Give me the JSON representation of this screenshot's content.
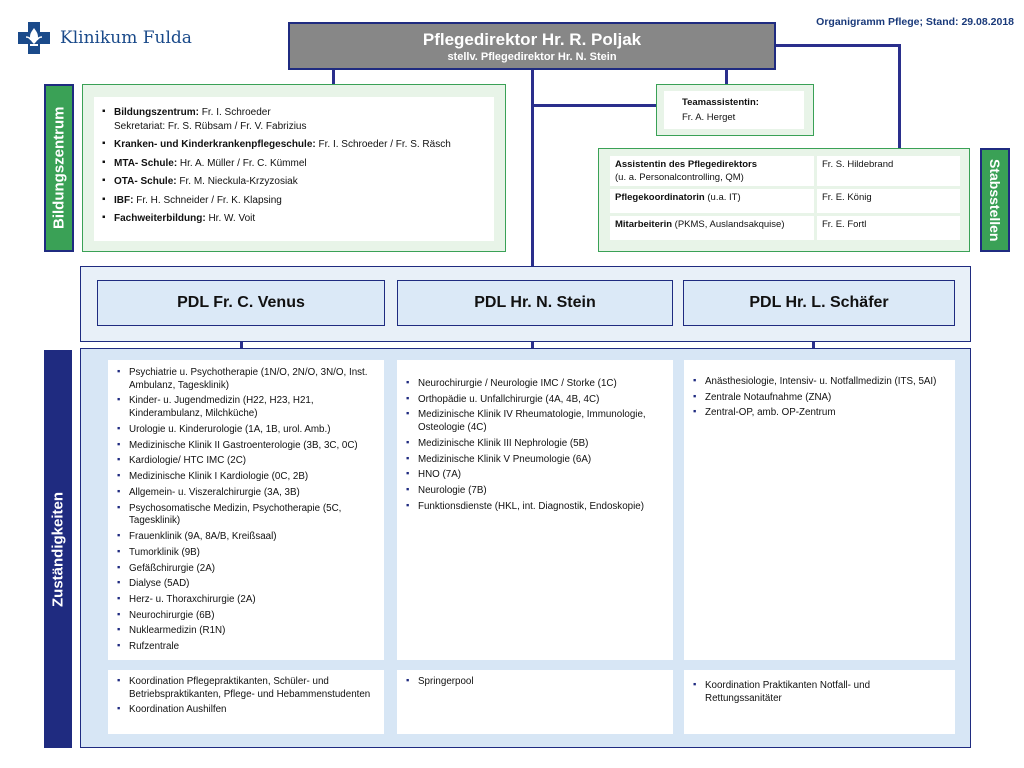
{
  "logo": {
    "name": "Klinikum Fulda"
  },
  "stand": "Organigramm Pflege; Stand: 29.08.2018",
  "director": {
    "title": "Pflegedirektor Hr. R. Poljak",
    "deputy": "stellv. Pflegedirektor Hr. N. Stein"
  },
  "side_labels": {
    "bildung": "Bildungszentrum",
    "stab": "Stabsstellen",
    "zust": "Zuständigkeiten"
  },
  "bildung": [
    {
      "bold": "Bildungszentrum:",
      "text": " Fr. I. Schroeder",
      "extra": "Sekretariat: Fr. S. Rübsam / Fr. V. Fabrizius"
    },
    {
      "bold": "Kranken- und Kinderkrankenpflegeschule:",
      "text": " Fr. I. Schroeder / Fr. S. Räsch"
    },
    {
      "bold": "MTA- Schule:",
      "text": " Hr. A. Müller / Fr. C. Kümmel"
    },
    {
      "bold": "OTA- Schule:",
      "text": " Fr. M. Nieckula-Krzyzosiak"
    },
    {
      "bold": "IBF:",
      "text": " Fr. H. Schneider / Fr. K. Klapsing"
    },
    {
      "bold": "Fachweiterbildung:",
      "text": " Hr. W. Voit"
    }
  ],
  "team": {
    "title": "Teamassistentin:",
    "name": "Fr. A. Herget"
  },
  "stab": [
    {
      "bold": "Assistentin des Pflegedirektors",
      "sub": "(u. a. Personalcontrolling, QM)",
      "name": "Fr. S. Hildebrand"
    },
    {
      "bold": "Pflegekoordinatorin",
      "sub": " (u.a. IT)",
      "name": "Fr. E. König"
    },
    {
      "bold": "Mitarbeiterin",
      "sub": " (PKMS, Auslandsakquise)",
      "name": "Fr. E. Fortl"
    }
  ],
  "pdl": [
    "PDL Fr. C. Venus",
    "PDL Hr. N. Stein",
    "PDL Hr. L. Schäfer"
  ],
  "col1": [
    "Psychiatrie u. Psychotherapie (1N/O, 2N/O, 3N/O, Inst. Ambulanz, Tagesklinik)",
    "Kinder- u. Jugendmedizin (H22, H23, H21, Kinderambulanz, Milchküche)",
    "Urologie u. Kinderurologie (1A, 1B, urol. Amb.)",
    "Medizinische Klinik II Gastroenterologie (3B, 3C, 0C)",
    "Kardiologie/ HTC IMC (2C)",
    "Medizinische Klinik I Kardiologie (0C, 2B)",
    "Allgemein- u. Viszeralchirurgie (3A, 3B)",
    "Psychosomatische Medizin, Psychotherapie  (5C, Tagesklinik)",
    "Frauenklinik (9A, 8A/B, Kreißsaal)",
    "Tumorklinik (9B)",
    "Gefäßchirurgie (2A)",
    "Dialyse (5AD)",
    "Herz- u. Thoraxchirurgie (2A)",
    "Neurochirurgie (6B)",
    "Nuklearmedizin (R1N)",
    "Rufzentrale"
  ],
  "col2": [
    "Neurochirurgie / Neurologie IMC / Storke (1C)",
    "Orthopädie u. Unfallchirurgie (4A, 4B, 4C)",
    "Medizinische Klinik IV Rheumatologie, Immunologie, Osteologie (4C)",
    "Medizinische Klinik III Nephrologie (5B)",
    "Medizinische Klinik V Pneumologie (6A)",
    "HNO (7A)",
    "Neurologie (7B)",
    "Funktionsdienste (HKL, int. Diagnostik, Endoskopie)"
  ],
  "col3": [
    "Anästhesiologie,  Intensiv- u. Notfallmedizin (ITS, 5AI)",
    "Zentrale Notaufnahme (ZNA)",
    "Zentral-OP, amb. OP-Zentrum"
  ],
  "bottom1": [
    "Koordination Pflegepraktikanten, Schüler- und Betriebspraktikanten, Pflege- und Hebammenstudenten",
    "Koordination Aushilfen"
  ],
  "bottom2": [
    "Springerpool"
  ],
  "bottom3": [
    "Koordination Praktikanten Notfall- und Rettungssanitäter"
  ],
  "colors": {
    "navy": "#1f2b80",
    "green": "#3aa156",
    "gray": "#878787",
    "lightblue": "#d7e6f5"
  }
}
